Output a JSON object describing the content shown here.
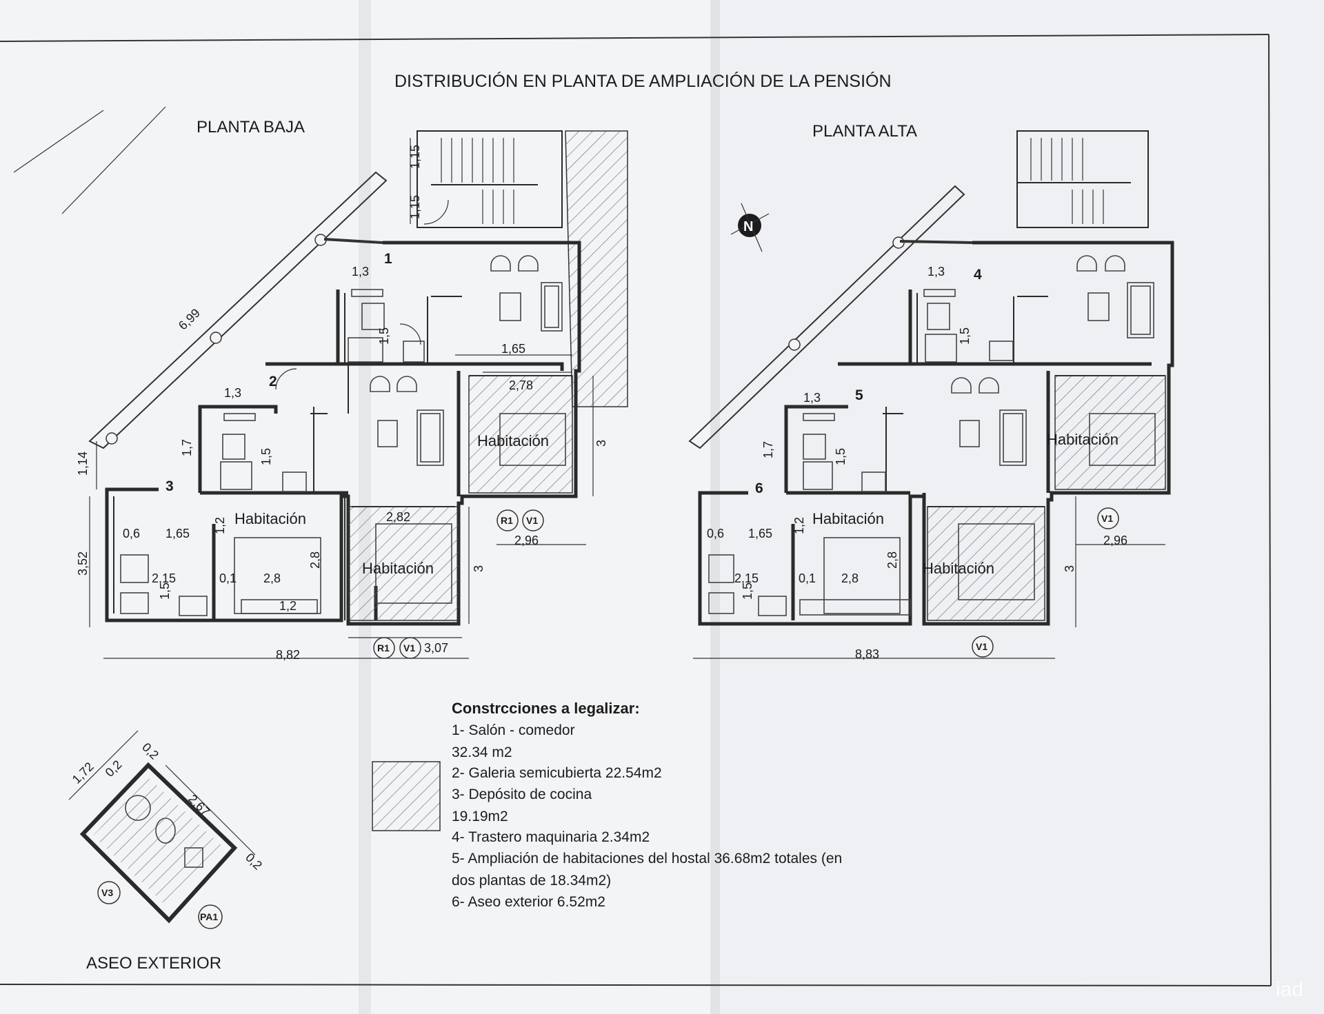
{
  "title": "DISTRIBUCIÓN EN PLANTA DE AMPLIACIÓN DE LA PENSIÓN",
  "floors": {
    "ground": "PLANTA BAJA",
    "upper": "PLANTA ALTA"
  },
  "exterior_toilet": "ASEO EXTERIOR",
  "rooms": {
    "habitacion": "Habitación"
  },
  "numbers": [
    "1",
    "2",
    "3",
    "4",
    "5",
    "6"
  ],
  "tags": {
    "r1": "R1",
    "v1": "V1",
    "v3": "V3",
    "pa1": "PA1"
  },
  "compass": "N",
  "dims_ground": {
    "d699": "6,99",
    "d115a": "1,15",
    "d115b": "1,15",
    "d13a": "1,3",
    "d15a": "1,5",
    "d165a": "1,65",
    "d278": "2,78",
    "d13b": "1,3",
    "d17": "1,7",
    "d15b": "1,5",
    "d114": "1,14",
    "d3a": "3",
    "d352": "3,52",
    "d06": "0,6",
    "d165b": "1,65",
    "d12a": "1,2",
    "d282": "2,82",
    "d215": "2,15",
    "d01": "0,1",
    "d28a": "2,8",
    "d28b": "2,8",
    "d15c": "1,5",
    "d12b": "1,2",
    "d3b": "3",
    "d296": "2,96",
    "d882": "8,82",
    "d307": "3,07"
  },
  "dims_upper": {
    "d13a": "1,3",
    "d15a": "1,5",
    "d13b": "1,3",
    "d17": "1,7",
    "d15b": "1,5",
    "d06": "0,6",
    "d165": "1,65",
    "d12": "1,2",
    "d28a": "2,8",
    "d215": "2,15",
    "d01": "0,1",
    "d28b": "2,8",
    "d15c": "1,5",
    "d296": "2,96",
    "d3": "3",
    "d883": "8,83"
  },
  "dims_toilet": {
    "d172": "1,72",
    "d02a": "0,2",
    "d02b": "0,2",
    "d267": "2,67",
    "d02c": "0,2"
  },
  "legend": {
    "heading": "Constrcciones a legalizar:",
    "lines": [
      "1- Salón - comedor",
      "32.34 m2",
      "2- Galeria semicubierta 22.54m2",
      "3- Depósito de cocina",
      "19.19m2",
      "4- Trastero maquinaria 2.34m2",
      "5- Ampliación de habitaciones del hostal 36.68m2 totales (en",
      "dos plantas de 18.34m2)",
      "6- Aseo exterior 6.52m2"
    ]
  },
  "logo": "iad"
}
